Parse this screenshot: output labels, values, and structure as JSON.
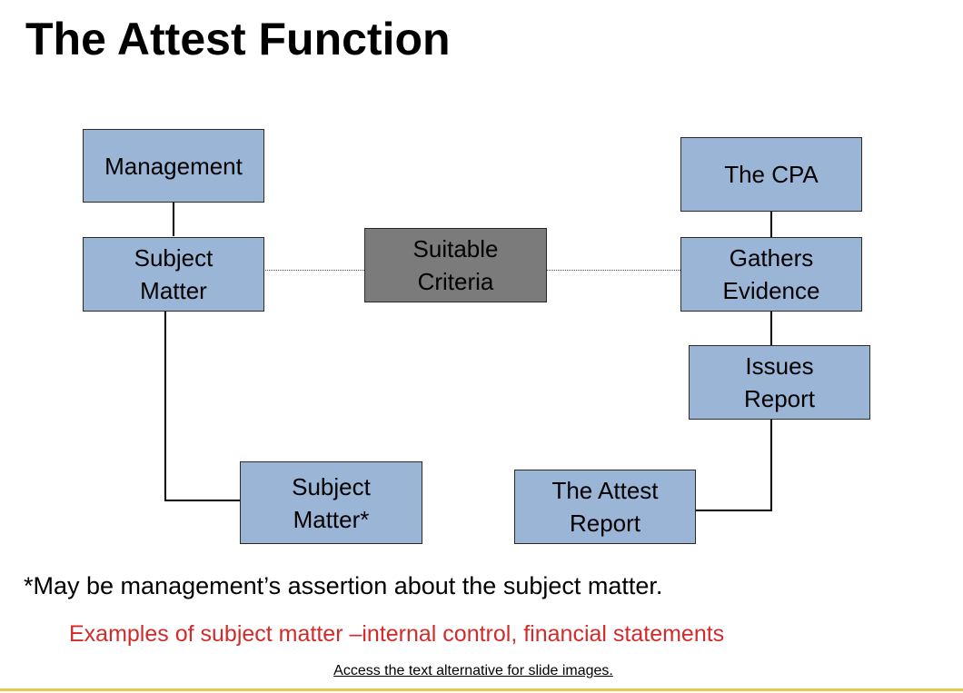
{
  "slide": {
    "title": "The Attest Function",
    "footnote": "*May be management’s assertion about the subject matter.",
    "examples": "Examples of subject matter –internal control, financial statements",
    "access_link": "Access the text alternative for slide images."
  },
  "diagram": {
    "management": [
      "Management"
    ],
    "subject_matter": [
      "Subject",
      "Matter"
    ],
    "suitable_criteria": [
      "Suitable",
      "Criteria"
    ],
    "the_cpa": [
      "The CPA"
    ],
    "gathers_evidence": [
      "Gathers",
      "Evidence"
    ],
    "issues_report": [
      "Issues",
      "Report"
    ],
    "subject_matter_star": [
      "Subject",
      "Matter*"
    ],
    "attest_report": [
      "The Attest",
      "Report"
    ]
  },
  "colors": {
    "box_fill": "#9bb5d6",
    "criteria_fill": "#7b7b7b",
    "examples_text": "#d22b2b",
    "bottom_rule": "#e6c84a"
  }
}
